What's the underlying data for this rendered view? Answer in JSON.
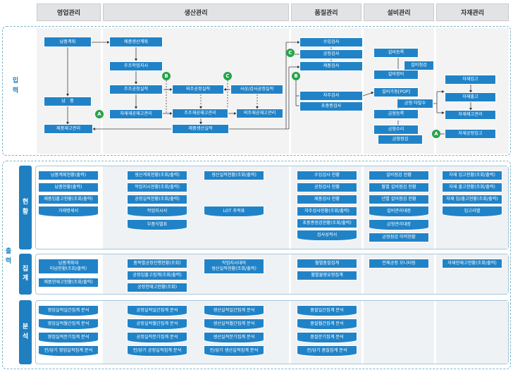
{
  "headers": {
    "sales": "영업관리",
    "production": "생산관리",
    "quality": "품질관리",
    "facility": "설비관리",
    "material": "자재관리"
  },
  "rows": {
    "input": "입\n력",
    "output": "출\n력",
    "status": "현\n황",
    "aggregate": "집\n계",
    "analysis": "분\n석"
  },
  "input": {
    "sales": [
      "납품계획",
      "납　품",
      "제품재고관리"
    ],
    "production": [
      "제품생산계획",
      "주조작업지시",
      "주조공정실적",
      "자재재공재고관리",
      "외주공정실적",
      "주조재공재고관리",
      "제품생산실적",
      "사상/검사공정실적",
      "외주재공재고관리"
    ],
    "quality": [
      "수입검사",
      "공정검사",
      "제품검사",
      "자주검사",
      "초중종검사"
    ],
    "facility": [
      "설비등록",
      "설비점검",
      "설비정비",
      "설비가동[POP]",
      "금형 타발수",
      "금형등록",
      "금형수리",
      "금형점검"
    ],
    "material": [
      "자재입고",
      "자재출고",
      "자재재고관리",
      "자재공정입고"
    ],
    "markers": [
      "A",
      "B",
      "C",
      "B",
      "C",
      "A"
    ]
  },
  "status": {
    "sales": [
      "납품계획현황(출력)",
      "납품현황(출력)",
      "제품입출고현황(조회/출력)",
      "거래명세서"
    ],
    "production_a": [
      "생산계획현황(조회/출력)",
      "작업지시현황(조회/출력)",
      "공정실적현황(조회/출력)",
      "작업지시서",
      "부품식별표"
    ],
    "production_b": [
      "생산실적현황(조회/출력)",
      "LOT 추적표"
    ],
    "quality": [
      "수입검사 현황",
      "공정검사 현황",
      "제품검사 현황",
      "자주검사현황(조회/출력)",
      "초중종점검현황(조회/출력)",
      "검사성적서"
    ],
    "facility": [
      "설비점검 현황",
      "월별 설비점검 현황",
      "년별 설비점검 현황",
      "설비관리대장",
      "금형관리대장",
      "금형점검 이력현황"
    ],
    "material": [
      "자재 입고현황(조회/출력)",
      "자재 출고현황(조회/출력)",
      "자재 입/출고현황(조회/출력)",
      "입고라벨"
    ]
  },
  "aggregate": {
    "sales": [
      "납품계획대\n미납현황(조회/출력)",
      "제품현재고현황(조회/출력)"
    ],
    "production_a": [
      "품목별공정진행현황(조회)",
      "공정입출고집계(조회/출력)",
      "공정현재고현황(조회)"
    ],
    "production_b": [
      "작업지시대비\n생산실적현황(조회/출력)"
    ],
    "quality": [
      "월별품질집계",
      "월별불량유형집계"
    ],
    "facility": [
      "전체공정 모니터링"
    ],
    "material": [
      "자재현재고현황(조회/출력)"
    ]
  },
  "analysis": {
    "sales": [
      "영업실적일간집계 분석",
      "영업실적월간집계 분석",
      "영업실적분기집계 분석",
      "전/당기 영업실적집계 분석"
    ],
    "production_a": [
      "공정실적일간집계 분석",
      "공정실적월간집계 분석",
      "공정실적분기집계 분석",
      "전/당기 공정실적집계 분석"
    ],
    "production_b": [
      "생산실적일간집계 분석",
      "생산실적월간집계 분석",
      "생산실적분기집계 분석",
      "전/당기 생산실적집계 분석"
    ],
    "quality": [
      "품질일간집계 분석",
      "품질월간집계 분석",
      "품질분기집계 분석",
      "전/당기 품질집계 분석"
    ]
  },
  "colors": {
    "box": "#2183c7",
    "band": "#1f7fc0",
    "marker": "#27a34a",
    "header": "#e2e3e5"
  }
}
